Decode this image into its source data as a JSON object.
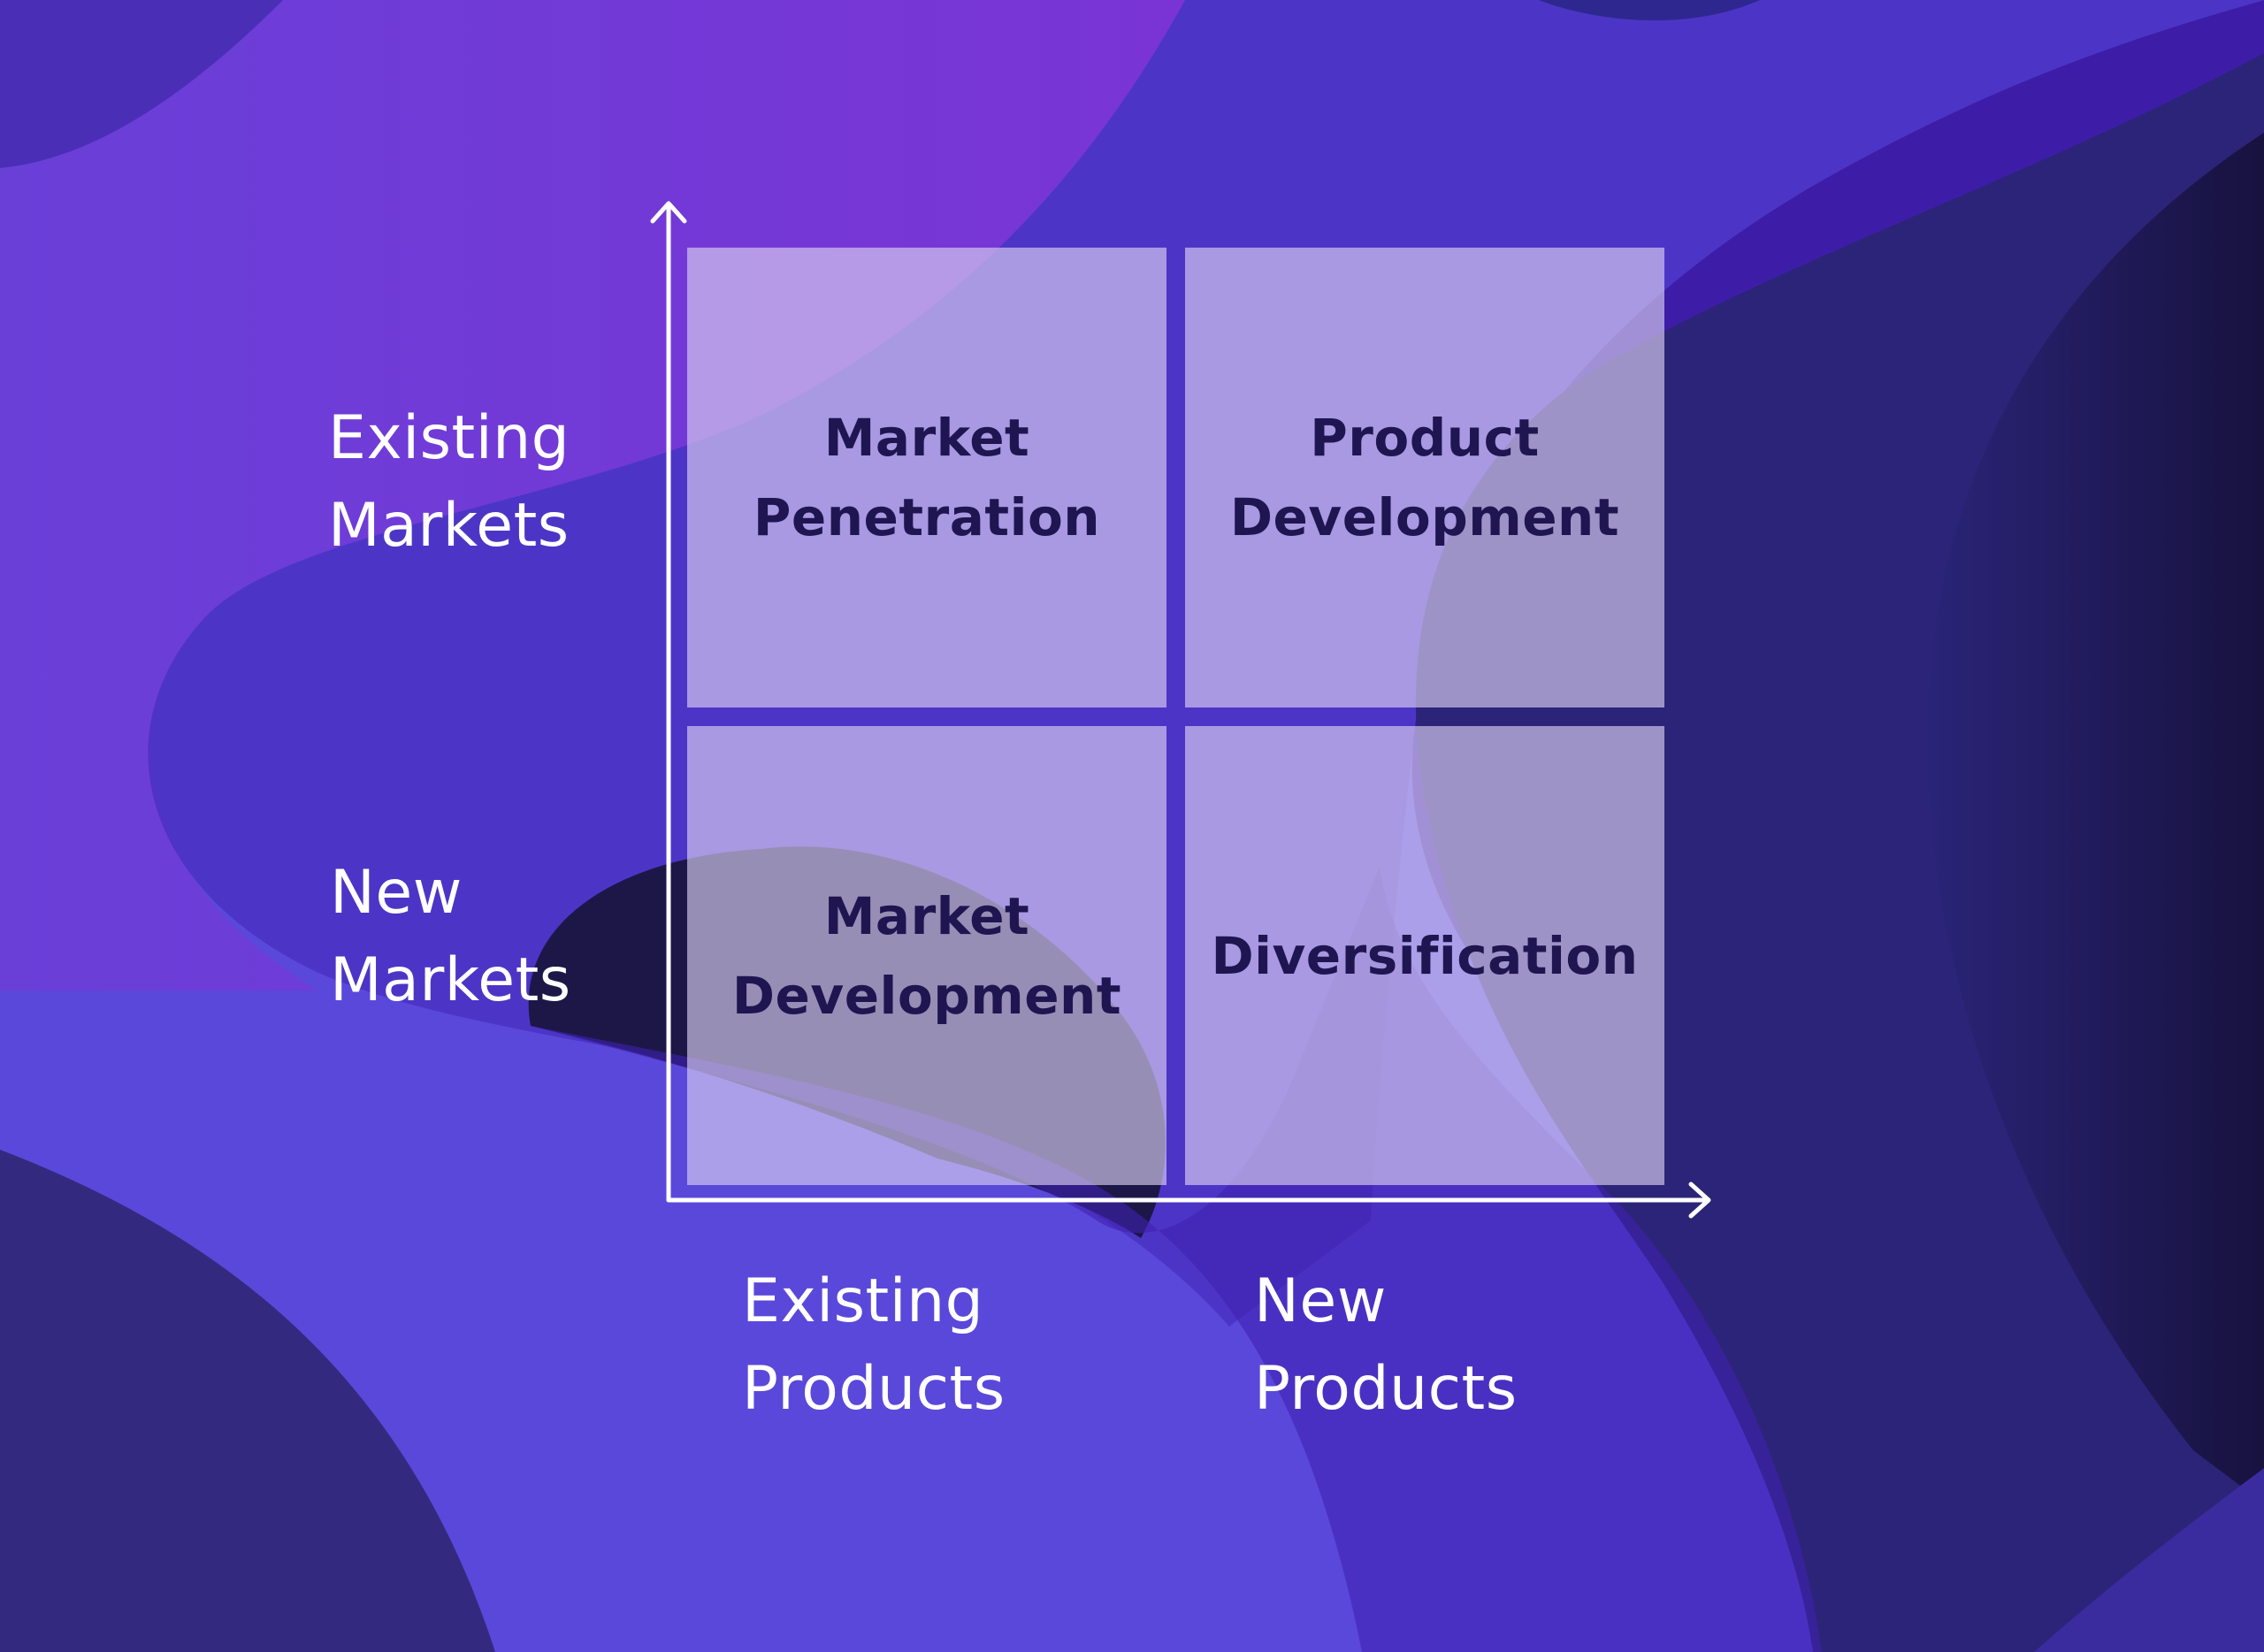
{
  "matrix": {
    "cells": {
      "top_left": [
        "Market",
        "Penetration"
      ],
      "top_right": [
        "Product",
        "Development"
      ],
      "bottom_left": [
        "Market",
        "Development"
      ],
      "bottom_right": [
        "Diversification"
      ]
    },
    "row_labels": {
      "top": [
        "Existing",
        "Markets"
      ],
      "bottom": [
        "New",
        "Markets"
      ]
    },
    "column_labels": {
      "left": [
        "Existing",
        "Products"
      ],
      "right": [
        "New",
        "Products"
      ]
    }
  },
  "colors": {
    "background_base": "#5a48db",
    "cell_fill": "#d7cdf0",
    "cell_text": "#1f1550",
    "axis_line": "#ffffff"
  }
}
